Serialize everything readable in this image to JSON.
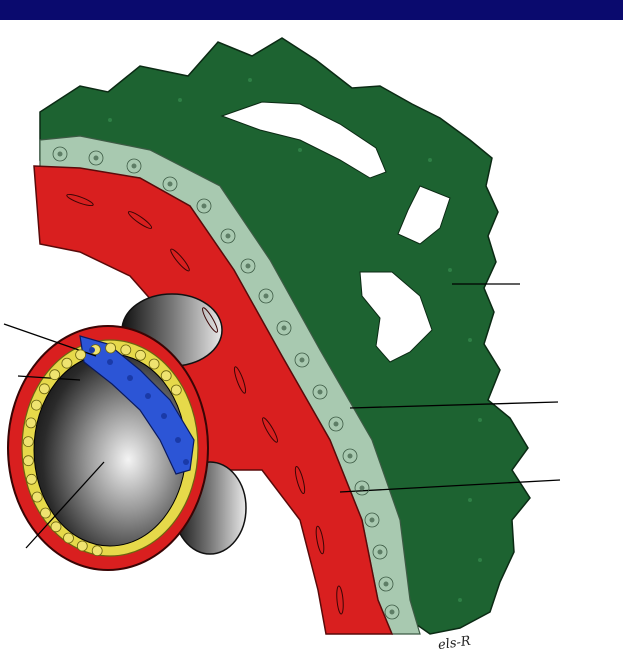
{
  "image": {
    "kind": "anatomical histology illustration",
    "signature": "els-R",
    "top_bar_color": "#0a0a6e"
  },
  "colors": {
    "stroma": "#d91f1f",
    "epithelium": "#a8c9b0",
    "outer_layer": "#1d6331",
    "inner_cell_layer": "#2c55d6",
    "yellow_cells": "#e6d94a",
    "lumen_dark": "#111111"
  },
  "leader_lines": [
    {
      "id": "outer-layer-pointer"
    },
    {
      "id": "epithelium-pointer"
    },
    {
      "id": "stroma-pointer"
    },
    {
      "id": "duct-wall-pointer"
    },
    {
      "id": "inner-cells-pointer"
    },
    {
      "id": "lumen-pointer"
    }
  ]
}
